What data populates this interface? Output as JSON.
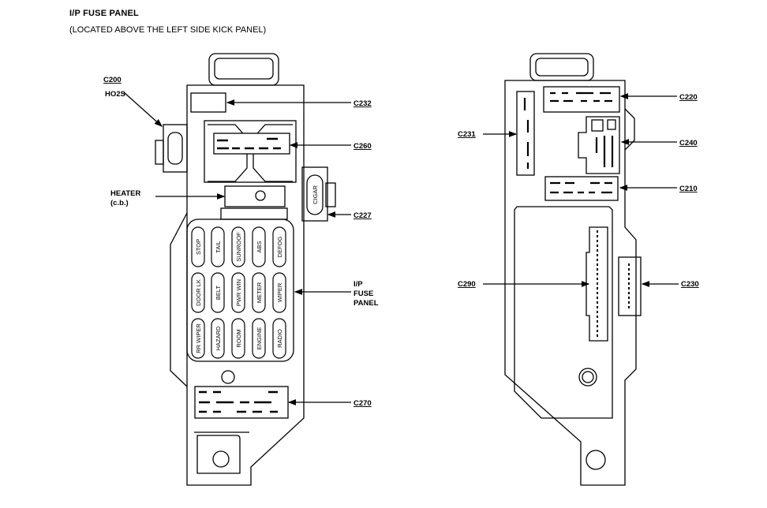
{
  "title": "I/P FUSE PANEL",
  "subtitle": "(LOCATED ABOVE THE LEFT SIDE KICK PANEL)",
  "left_panel": {
    "connectors": {
      "c200": "C200",
      "ho2s": "HO2S",
      "c232": "C232",
      "c260": "C260",
      "c227": "C227",
      "c270": "C270"
    },
    "heater_line1": "HEATER",
    "heater_line2": "(c.b.)",
    "cigar": "CIGAR",
    "ip_line1": "I/P",
    "ip_line2": "FUSE",
    "ip_line3": "PANEL",
    "fuses": [
      "STOP",
      "TAIL",
      "SUNROOF",
      "ABS",
      "DEFOG",
      "DOOR LK",
      "BELT",
      "PWR WIN",
      "METER",
      "WIPER",
      "RR WIPER",
      "HAZARD",
      "ROOM",
      "ENGINE",
      "RADIO"
    ]
  },
  "right_panel": {
    "connectors": {
      "c220": "C220",
      "c231": "C231",
      "c240": "C240",
      "c210": "C210",
      "c290": "C290",
      "c230": "C230"
    }
  }
}
